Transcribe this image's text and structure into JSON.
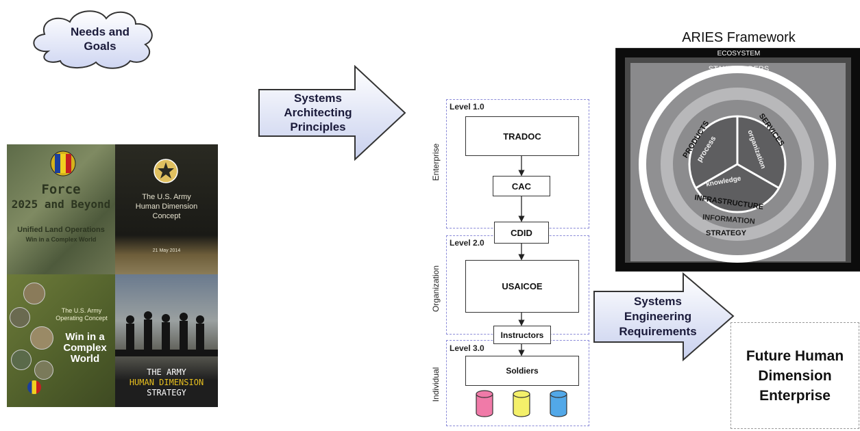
{
  "cloud": {
    "text_line1": "Needs and",
    "text_line2": "Goals"
  },
  "covers": {
    "force2025": {
      "title_line1": "Force",
      "title_line2": "2025 and Beyond",
      "subtitle_line1": "Unified Land Operations",
      "subtitle_line2": "Win in a Complex World"
    },
    "human_dimension_concept": {
      "title_line1": "The U.S. Army",
      "title_line2": "Human Dimension",
      "title_line3": "Concept",
      "date": "21 May 2014"
    },
    "operating_concept": {
      "header_line1": "The U.S. Army",
      "header_line2": "Operating Concept",
      "title_line1": "Win in a",
      "title_line2": "Complex",
      "title_line3": "World"
    },
    "hd_strategy": {
      "line1": "THE ARMY",
      "line2": "HUMAN DIMENSION",
      "line3": "STRATEGY"
    }
  },
  "arrow_principles": {
    "line1": "Systems",
    "line2": "Architecting",
    "line3": "Principles"
  },
  "hierarchy": {
    "levels": [
      {
        "label": "Level 1.0",
        "side": "Enterprise"
      },
      {
        "label": "Level 2.0",
        "side": "Organization"
      },
      {
        "label": "Level 3.0",
        "side": "Individual"
      }
    ],
    "boxes": {
      "tradoc": "TRADOC",
      "cac": "CAC",
      "cdid": "CDID",
      "usaicoe": "USAICOE",
      "instructors": "Instructors",
      "soldiers": "Soldiers"
    },
    "cylinder_colors": [
      "#f07aa8",
      "#f4f06a",
      "#52a8e8"
    ]
  },
  "aries": {
    "title": "ARIES Framework",
    "ecosystem": "ECOSYSTEM",
    "stakeholders": "STAKEHOLDERS",
    "products": "PRODUCTS",
    "services": "SERVICES",
    "process": "process",
    "organization": "organization",
    "knowledge": "knowledge",
    "infrastructure": "INFRASTRUCTURE",
    "information": "INFORMATION",
    "strategy": "STRATEGY"
  },
  "arrow_requirements": {
    "line1": "Systems",
    "line2": "Engineering",
    "line3": "Requirements"
  },
  "future": {
    "line1": "Future Human",
    "line2": "Dimension",
    "line3": "Enterprise"
  }
}
